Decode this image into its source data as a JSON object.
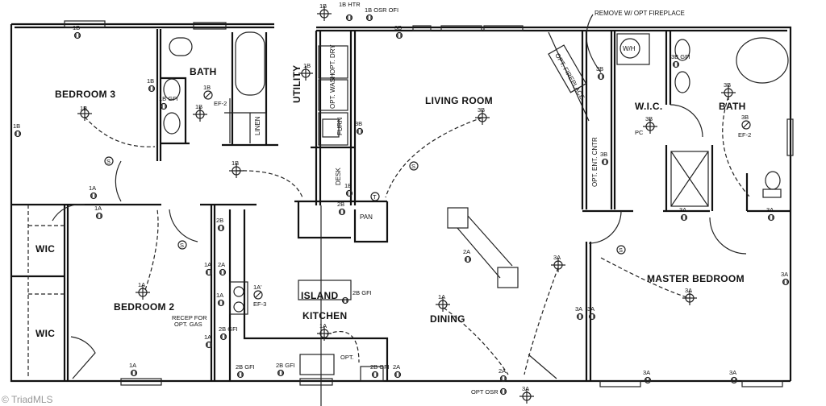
{
  "rooms": {
    "bedroom3": "BEDROOM 3",
    "bath": "BATH",
    "utility": "UTILITY",
    "living_room": "LIVING ROOM",
    "wic_master": "W.I.C.",
    "master_bath": "BATH",
    "master_bedroom": "MASTER BEDROOM",
    "wic1": "WIC",
    "wic2": "WIC",
    "bedroom2": "BEDROOM 2",
    "island": "ISLAND",
    "kitchen": "KITCHEN",
    "dining": "DINING"
  },
  "fixtures": {
    "pantry": "PAN",
    "desk": "DESK",
    "linen": "LINEN",
    "opt_dry": "OPT. DRY",
    "opt_wash": "OPT. WASH",
    "opt_fireplace": "OPT. FIREPLACE",
    "opt_ent_cntr": "OPT. ENT. CNTR",
    "water_heater": "W/H",
    "furn": "FURN",
    "thermostat": "T",
    "switch": "S"
  },
  "notes": {
    "remove_fireplace": "REMOVE W/ OPT FIREPLACE",
    "recep_gas_1": "RECEP FOR",
    "recep_gas_2": "OPT. GAS",
    "ef2_a": "EF-2",
    "ef2_b": "EF-2",
    "ef3": "EF-3",
    "opt": "OPT.",
    "pc": "PC"
  },
  "circuits": [
    "1B",
    "1B",
    "1B",
    "1B",
    "1B GFI",
    "1B",
    "1B",
    "1B",
    "1B",
    "1B HTR",
    "1B OSR OFI",
    "3B",
    "3B",
    "1B",
    "1B",
    "1A",
    "2B",
    "3B",
    "3B",
    "3B GFI",
    "3B",
    "3B",
    "3B",
    "3B",
    "1A",
    "2B",
    "1A",
    "2A",
    "1A",
    "1A'",
    "1A",
    "2B GFI",
    "1A",
    "1A",
    "2B GFI",
    "2B GFI",
    "2B GFI",
    "1A",
    "2B GFI",
    "2A",
    "2A",
    "3A",
    "1A",
    "2A",
    "3A",
    "OPT OSR",
    "3A",
    "3A",
    "3A",
    "3A",
    "3A",
    "3A",
    "3A",
    "3A"
  ],
  "watermark": "© TriadMLS"
}
